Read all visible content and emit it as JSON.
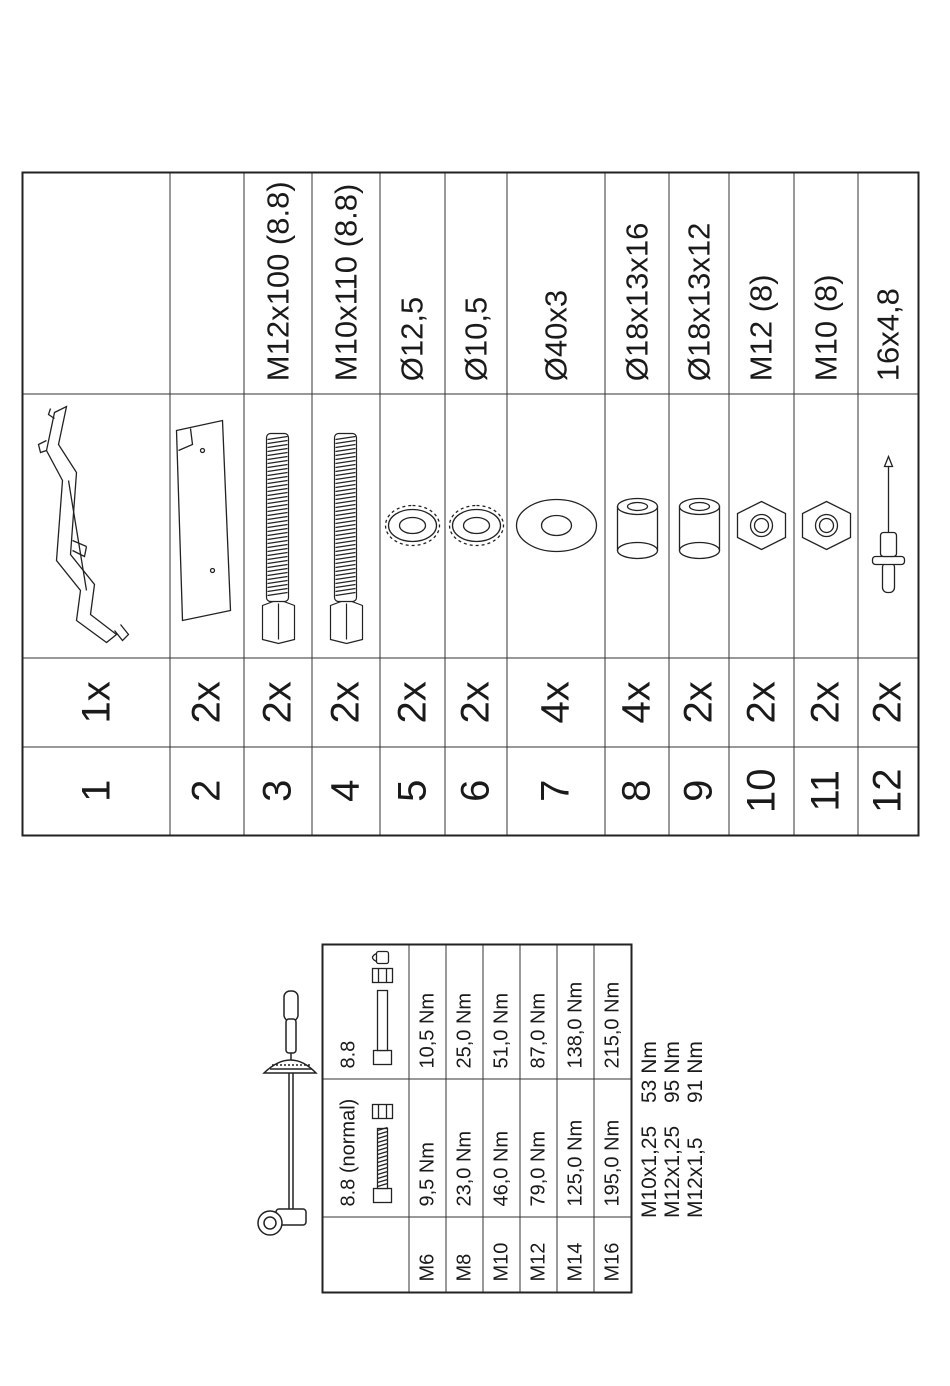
{
  "parts": {
    "rows": [
      {
        "num": "1",
        "qty": "1x",
        "spec": "",
        "icon": "bracket-frame-icon"
      },
      {
        "num": "2",
        "qty": "2x",
        "spec": "",
        "icon": "plate-icon"
      },
      {
        "num": "3",
        "qty": "2x",
        "spec": "M12x100 (8.8)",
        "icon": "bolt-icon"
      },
      {
        "num": "4",
        "qty": "2x",
        "spec": "M10x110 (8.8)",
        "icon": "bolt-icon"
      },
      {
        "num": "5",
        "qty": "2x",
        "spec": "Ø12,5",
        "icon": "lock-washer-icon"
      },
      {
        "num": "6",
        "qty": "2x",
        "spec": "Ø10,5",
        "icon": "lock-washer-icon"
      },
      {
        "num": "7",
        "qty": "4x",
        "spec": "Ø40x3",
        "icon": "washer-icon"
      },
      {
        "num": "8",
        "qty": "4x",
        "spec": "Ø18x13x16",
        "icon": "spacer-icon"
      },
      {
        "num": "9",
        "qty": "2x",
        "spec": "Ø18x13x12",
        "icon": "spacer-icon"
      },
      {
        "num": "10",
        "qty": "2x",
        "spec": "M12 (8)",
        "icon": "nut-icon"
      },
      {
        "num": "11",
        "qty": "2x",
        "spec": "M10 (8)",
        "icon": "nut-icon"
      },
      {
        "num": "12",
        "qty": "2x",
        "spec": "16x4,8",
        "icon": "rivet-icon"
      }
    ]
  },
  "torque": {
    "header": {
      "normal": "8.8 (normal)",
      "selflock": "8.8"
    },
    "rows": [
      {
        "size": "M6",
        "normal": "9,5 Nm",
        "selflock": "10,5 Nm"
      },
      {
        "size": "M8",
        "normal": "23,0 Nm",
        "selflock": "25,0 Nm"
      },
      {
        "size": "M10",
        "normal": "46,0 Nm",
        "selflock": "51,0 Nm"
      },
      {
        "size": "M12",
        "normal": "79,0 Nm",
        "selflock": "87,0 Nm"
      },
      {
        "size": "M14",
        "normal": "125,0 Nm",
        "selflock": "138,0 Nm"
      },
      {
        "size": "M16",
        "normal": "195,0 Nm",
        "selflock": "215,0 Nm"
      }
    ]
  },
  "fine_thread": [
    {
      "size": "M10x1,25",
      "value": "53 Nm"
    },
    {
      "size": "M12x1,25",
      "value": "95 Nm"
    },
    {
      "size": "M12x1,5",
      "value": "91 Nm"
    }
  ],
  "icons": {
    "wrench": "torque-wrench-icon"
  }
}
